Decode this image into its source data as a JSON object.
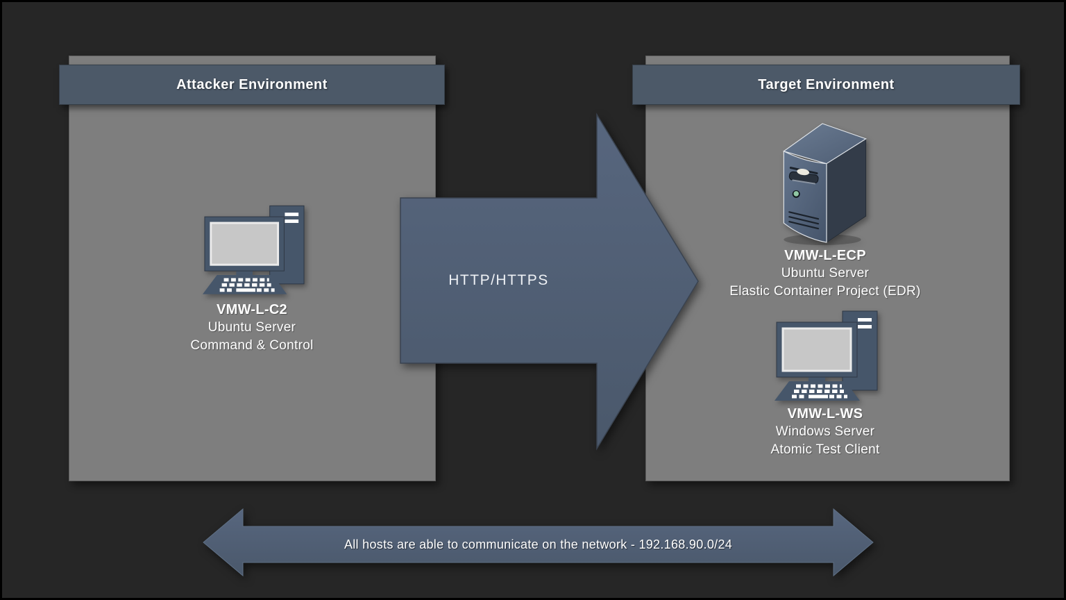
{
  "colors": {
    "background": "#262626",
    "panel_gray": "#7e7e7e",
    "banner_slate": "#4c5968",
    "arrow_slate": "#4f5e72",
    "icon_slate": "#46566a",
    "screen_gray": "#c7c7c7",
    "power_led_green": "#90c7a4",
    "text": "#ffffff"
  },
  "attacker": {
    "title": "Attacker Environment",
    "hosts": [
      {
        "name": "VMW-L-C2",
        "os": "Ubuntu Server",
        "role": "Command & Control",
        "icon": "desktop-computer-icon"
      }
    ]
  },
  "target": {
    "title": "Target Environment",
    "hosts": [
      {
        "name": "VMW-L-ECP",
        "os": "Ubuntu Server",
        "role": "Elastic Container Project (EDR)",
        "icon": "server-tower-icon"
      },
      {
        "name": "VMW-L-WS",
        "os": "Windows Server",
        "role": "Atomic Test Client",
        "icon": "desktop-computer-icon"
      }
    ]
  },
  "flow_arrow": {
    "label": "HTTP/HTTPS",
    "direction": "left-to-right"
  },
  "network_arrow": {
    "label": "All hosts are able to communicate on the network - 192.168.90.0/24",
    "direction": "bidirectional"
  }
}
